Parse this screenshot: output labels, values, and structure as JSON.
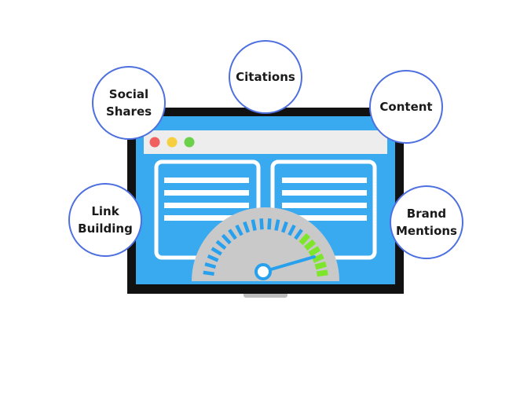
{
  "bubbles": {
    "social": "Social\nShares",
    "citations": "Citations",
    "content": "Content",
    "link": "Link\nBuilding",
    "brand": "Brand\nMentions"
  },
  "colors": {
    "bezel": "#111111",
    "screen": "#3aaaf0",
    "titlebar": "#ededed",
    "gauge": "#c9c9c9",
    "tick_blue": "#27a0ee",
    "tick_green": "#7ee62a",
    "needle": "#27a0ee",
    "dot_red": "#f15f5f",
    "dot_yellow": "#f5cf3f",
    "dot_green": "#6ad14b",
    "bubble_border": "#4d6fe0"
  }
}
